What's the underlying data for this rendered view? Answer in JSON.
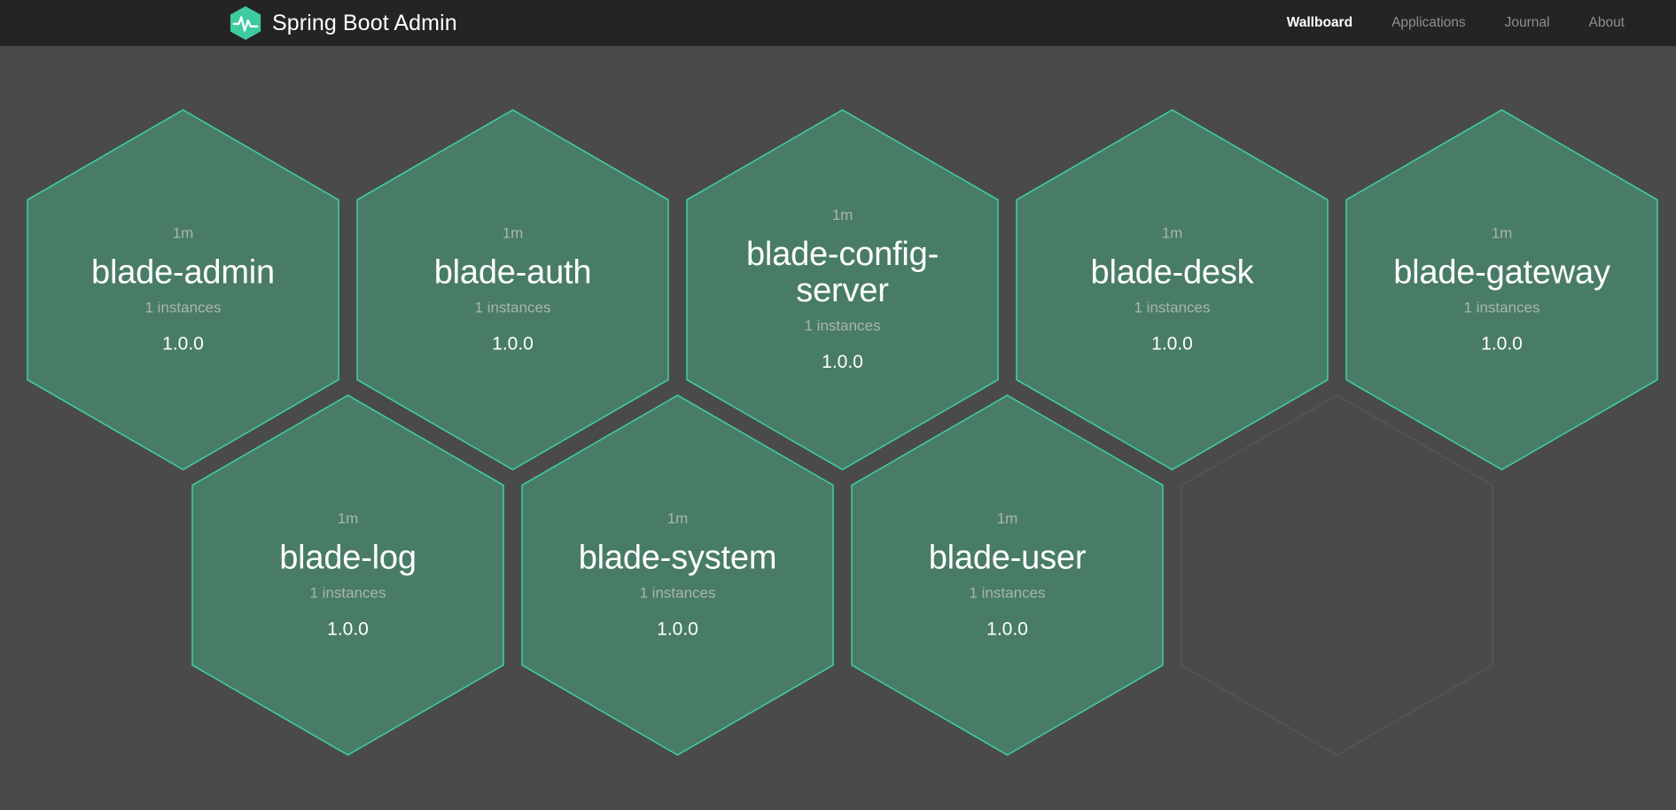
{
  "header": {
    "brand_title": "Spring Boot Admin",
    "logo_icon": "heartbeat-hexagon-logo",
    "nav": [
      {
        "label": "Wallboard",
        "active": true
      },
      {
        "label": "Applications",
        "active": false
      },
      {
        "label": "Journal",
        "active": false
      },
      {
        "label": "About",
        "active": false
      }
    ]
  },
  "colors": {
    "navbar_bg": "#242424",
    "page_bg": "#4a4a4a",
    "hex_fill": "#497c66",
    "hex_border": "#3ecb9f",
    "empty_hex_border": "#575757",
    "accent_green": "#3ecb9f",
    "muted_text": "#a9b5af",
    "nav_inactive": "#8e8e8e"
  },
  "wallboard": {
    "applications": [
      {
        "name": "blade-admin",
        "uptime": "1m",
        "instances": "1 instances",
        "version": "1.0.0",
        "status": "up",
        "row": 0,
        "col": 0
      },
      {
        "name": "blade-auth",
        "uptime": "1m",
        "instances": "1 instances",
        "version": "1.0.0",
        "status": "up",
        "row": 0,
        "col": 1
      },
      {
        "name": "blade-config-server",
        "uptime": "1m",
        "instances": "1 instances",
        "version": "1.0.0",
        "status": "up",
        "row": 0,
        "col": 2
      },
      {
        "name": "blade-desk",
        "uptime": "1m",
        "instances": "1 instances",
        "version": "1.0.0",
        "status": "up",
        "row": 0,
        "col": 3
      },
      {
        "name": "blade-gateway",
        "uptime": "1m",
        "instances": "1 instances",
        "version": "1.0.0",
        "status": "up",
        "row": 0,
        "col": 4
      },
      {
        "name": "blade-log",
        "uptime": "1m",
        "instances": "1 instances",
        "version": "1.0.0",
        "status": "up",
        "row": 1,
        "col": 0
      },
      {
        "name": "blade-system",
        "uptime": "1m",
        "instances": "1 instances",
        "version": "1.0.0",
        "status": "up",
        "row": 1,
        "col": 1
      },
      {
        "name": "blade-user",
        "uptime": "1m",
        "instances": "1 instances",
        "version": "1.0.0",
        "status": "up",
        "row": 1,
        "col": 2
      }
    ],
    "empty_slots": [
      {
        "row": 1,
        "col": 3
      }
    ]
  }
}
